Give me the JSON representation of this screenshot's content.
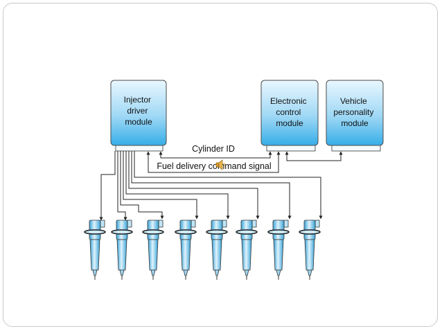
{
  "modules": {
    "injector_driver": [
      "Injector",
      "driver",
      "module"
    ],
    "electronic_control": [
      "Electronic",
      "control",
      "module"
    ],
    "vehicle_personality": [
      "Vehicle",
      "personality",
      "module"
    ]
  },
  "signals": {
    "cylinder_id": "Cylinder ID",
    "fuel_delivery": "Fuel delivery command signal"
  },
  "icons": {
    "speaker": "speaker-icon"
  },
  "colors": {
    "module_top": "#e6f6ff",
    "module_bottom": "#38b0ea",
    "injector_light": "#d7f0fb",
    "injector_dark": "#3aa3d8",
    "line": "#222222"
  }
}
